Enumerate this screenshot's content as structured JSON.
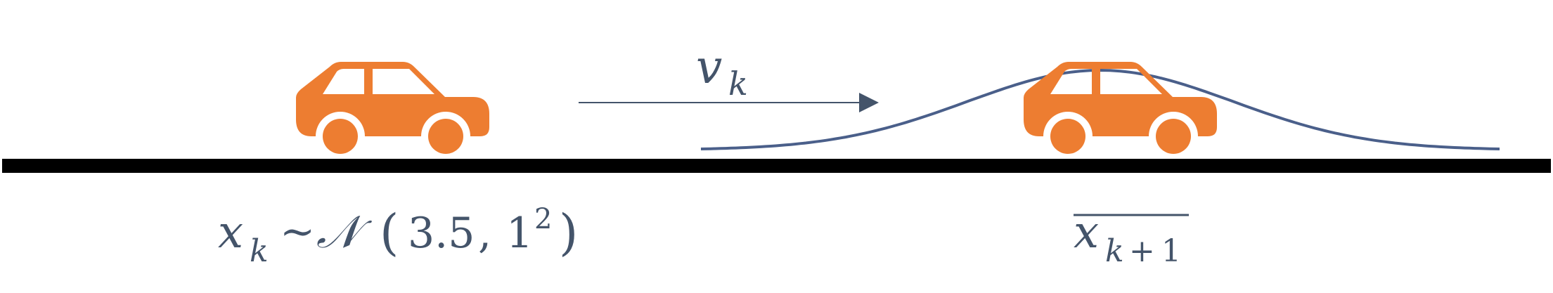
{
  "colors": {
    "car": "#ED7D31",
    "road": "#000000",
    "arrow": "#44546A",
    "curve": "#4A5F8A",
    "text": "#44546A"
  },
  "icons": {
    "left_car": "car-icon",
    "right_car": "car-icon"
  },
  "velocity_label": {
    "symbol": "v",
    "subscript": "k"
  },
  "left_label": {
    "var": "x",
    "sub": "k",
    "dist_op": "~",
    "dist_name": "𝒩",
    "open_paren": "(",
    "mean": "3.5",
    "comma": ",",
    "var_base": "1",
    "var_exp": "2",
    "close_paren": ")"
  },
  "right_label": {
    "var": "x",
    "sub": "k",
    "plus": "+",
    "one": "1"
  },
  "distribution": {
    "type": "gaussian",
    "mean": 3.5,
    "std": 1
  }
}
